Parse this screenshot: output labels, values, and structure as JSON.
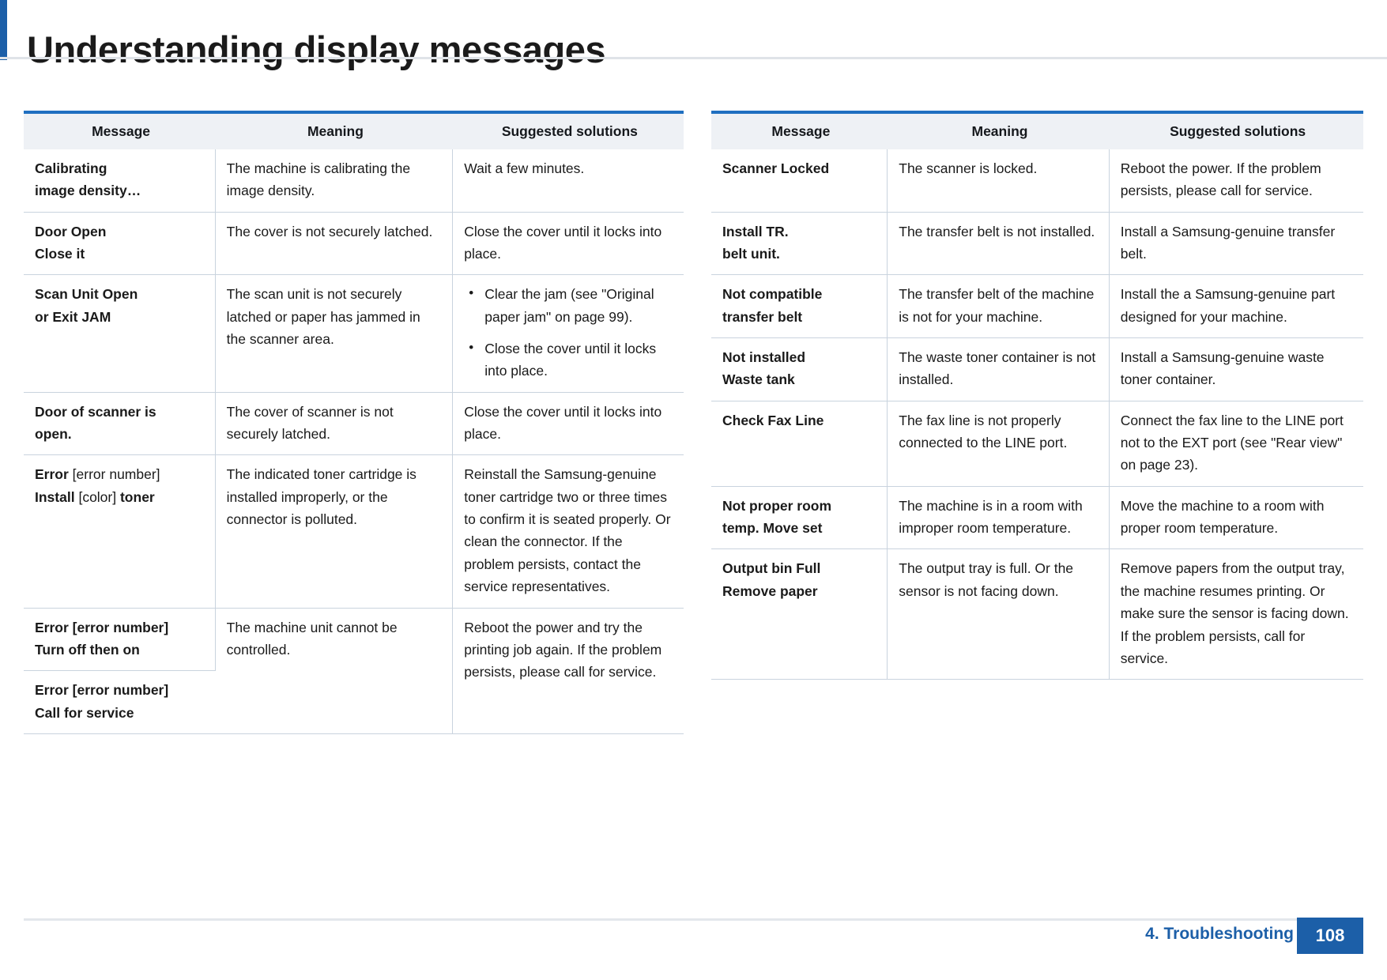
{
  "page": {
    "title": "Understanding display messages",
    "footer_section": "4. Troubleshooting",
    "footer_page_number": "108",
    "accent_color": "#1c5fa8",
    "header_bg": "#eef1f5"
  },
  "columns": [
    {
      "headers": [
        "Message",
        "Meaning",
        "Suggested solutions"
      ],
      "rows": [
        {
          "message_lines": [
            "Calibrating",
            "image density…"
          ],
          "meaning": "The machine is calibrating the image density.",
          "solution": "Wait a few minutes."
        },
        {
          "message_lines": [
            "Door Open",
            "Close it"
          ],
          "meaning": "The cover is not securely latched.",
          "solution": "Close the cover until it locks into place."
        },
        {
          "message_lines": [
            "Scan Unit Open",
            "or Exit JAM"
          ],
          "meaning": "The scan unit is not securely latched or paper has jammed in the scanner area.",
          "solution_bullets": [
            "Clear the jam (see \"Original paper jam\" on page 99).",
            "Close the cover until it locks into place."
          ]
        },
        {
          "message_lines": [
            "Door of scanner is",
            "open."
          ],
          "meaning": "The cover of scanner is not securely latched.",
          "solution": "Close the cover until it locks into place."
        },
        {
          "message_lines": [
            "Error [error number]",
            "Install [color] toner"
          ],
          "message_rich": [
            [
              {
                "t": "Error ",
                "b": true
              },
              {
                "t": "[error number]",
                "b": false
              }
            ],
            [
              {
                "t": "Install ",
                "b": true
              },
              {
                "t": "[color] ",
                "b": false
              },
              {
                "t": "toner",
                "b": true
              }
            ]
          ],
          "meaning": "The indicated toner cartridge is installed improperly, or the connector is polluted.",
          "solution": "Reinstall the Samsung-genuine toner cartridge two or three times to confirm it is seated properly. Or clean the connector. If the problem persists, contact the service representatives."
        },
        {
          "message_lines": [
            "Error [error number]",
            "Turn off then on"
          ],
          "meaning": "The machine unit cannot be controlled.",
          "solution": "Reboot the power and try the printing job again. If the problem persists, please call for service.",
          "solution_rowspan": 2
        },
        {
          "message_lines": [
            "Error [error number]",
            "Call for service"
          ],
          "meaning": "",
          "meaning_merged": true
        }
      ]
    },
    {
      "headers": [
        "Message",
        "Meaning",
        "Suggested solutions"
      ],
      "rows": [
        {
          "message_lines": [
            "Scanner Locked"
          ],
          "meaning": "The scanner is locked.",
          "solution": "Reboot the power. If the problem persists, please call for service."
        },
        {
          "message_lines": [
            "Install TR.",
            "belt unit."
          ],
          "meaning": "The transfer belt is not installed.",
          "solution": "Install a Samsung-genuine transfer belt."
        },
        {
          "message_lines": [
            "Not compatible",
            "transfer belt"
          ],
          "meaning": "The transfer belt of the machine is not for your machine.",
          "solution": "Install the a Samsung-genuine part designed for your machine."
        },
        {
          "message_lines": [
            "Not installed",
            "Waste tank"
          ],
          "meaning": "The waste toner container is not installed.",
          "solution": "Install a Samsung-genuine waste toner container."
        },
        {
          "message_lines": [
            "Check Fax Line"
          ],
          "meaning": "The fax line is not properly connected to the LINE port.",
          "solution": "Connect the fax line to the LINE port not to the EXT port (see \"Rear view\" on page 23)."
        },
        {
          "message_lines": [
            "Not proper room",
            "temp. Move set"
          ],
          "meaning": "The machine is in a room with improper room temperature.",
          "solution": "Move the machine to a room with proper room temperature."
        },
        {
          "message_lines": [
            "Output bin Full",
            "Remove paper"
          ],
          "meaning": "The output tray is full. Or the sensor is not facing down.",
          "solution": "Remove papers from the output tray, the machine resumes printing. Or make sure the sensor is facing down. If the problem persists, call for service."
        }
      ]
    }
  ]
}
